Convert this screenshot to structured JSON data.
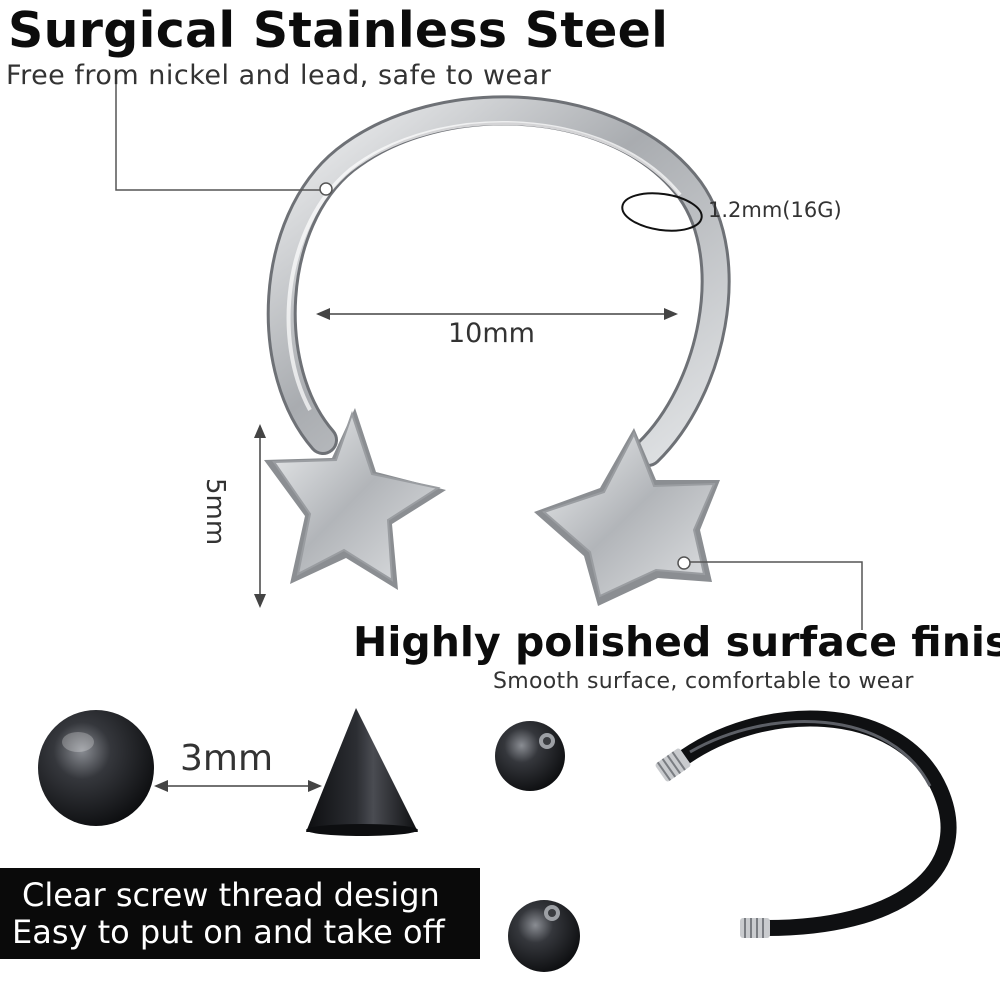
{
  "header": {
    "title": "Surgical Stainless Steel",
    "subtitle": "Free from nickel and lead, safe to wear"
  },
  "specs": {
    "gauge": "1.2mm(16G)",
    "diameter": "10mm",
    "star_height": "5mm",
    "ball_size": "3mm"
  },
  "finish": {
    "title": "Highly polished surface finish",
    "subtitle": "Smooth surface, comfortable to wear"
  },
  "thread": {
    "line1": "Clear screw thread design",
    "line2": "Easy to put on and take off"
  },
  "colors": {
    "steel": "#c8cacd",
    "black_part": "#141518",
    "callout_box": "#0a0a0a"
  }
}
